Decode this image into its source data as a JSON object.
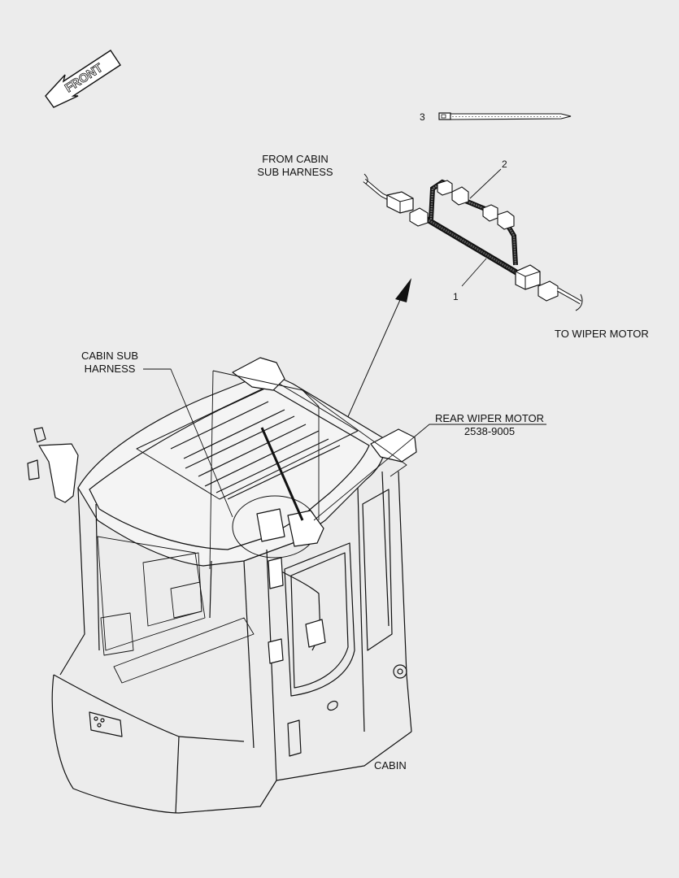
{
  "diagram": {
    "front_arrow": "FRONT",
    "labels": {
      "from_cabin_line1": "FROM CABIN",
      "from_cabin_line2": "SUB HARNESS",
      "to_wiper_motor": "TO WIPER MOTOR",
      "cabin_sub_line1": "CABIN SUB",
      "cabin_sub_line2": "HARNESS",
      "rear_wiper_motor": "REAR WIPER MOTOR",
      "rear_wiper_part_no": "2538-9005",
      "cabin": "CABIN"
    },
    "callouts": {
      "item1": "1",
      "item2": "2",
      "item3": "3"
    }
  }
}
